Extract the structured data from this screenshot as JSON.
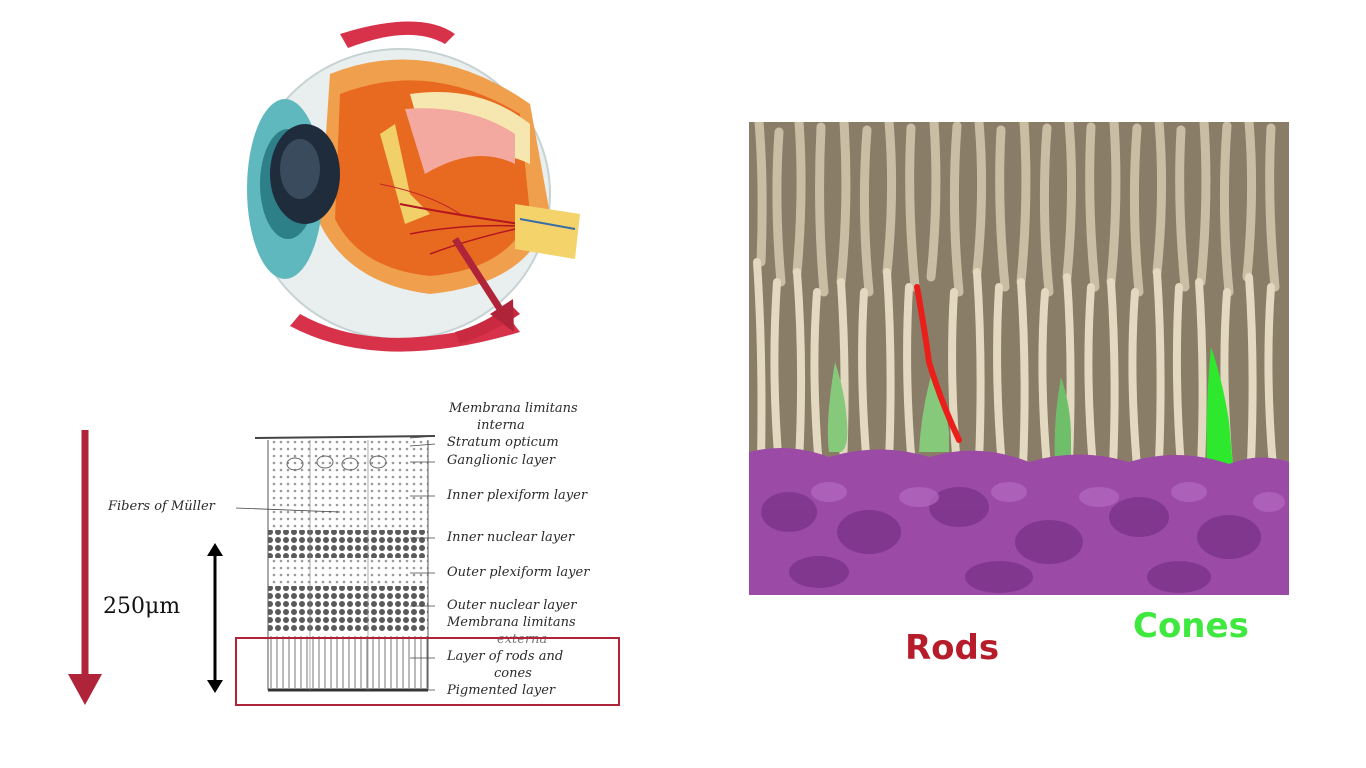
{
  "retina_diagram": {
    "layer_labels": [
      "Membrana limitans",
      "interna",
      "Stratum opticum",
      "Ganglionic layer",
      "Inner plexiform layer",
      "Inner nuclear layer",
      "Outer plexiform layer",
      "Outer nuclear layer",
      "Membrana limitans",
      "externa",
      "Layer of rods and",
      "cones",
      "Pigmented layer"
    ],
    "fibers_label": "Fibers of Müller",
    "scale_label": "250μm"
  },
  "micrograph": {
    "rods_label": "Rods",
    "cones_label": "Cones"
  },
  "colors": {
    "arrow_red": "#b0243a",
    "rods_red": "#b71c2b",
    "cones_green": "#3ee83e",
    "photoreceptor_beige": "#d9cdb4",
    "pigment_purple": "#9b4aa6"
  }
}
